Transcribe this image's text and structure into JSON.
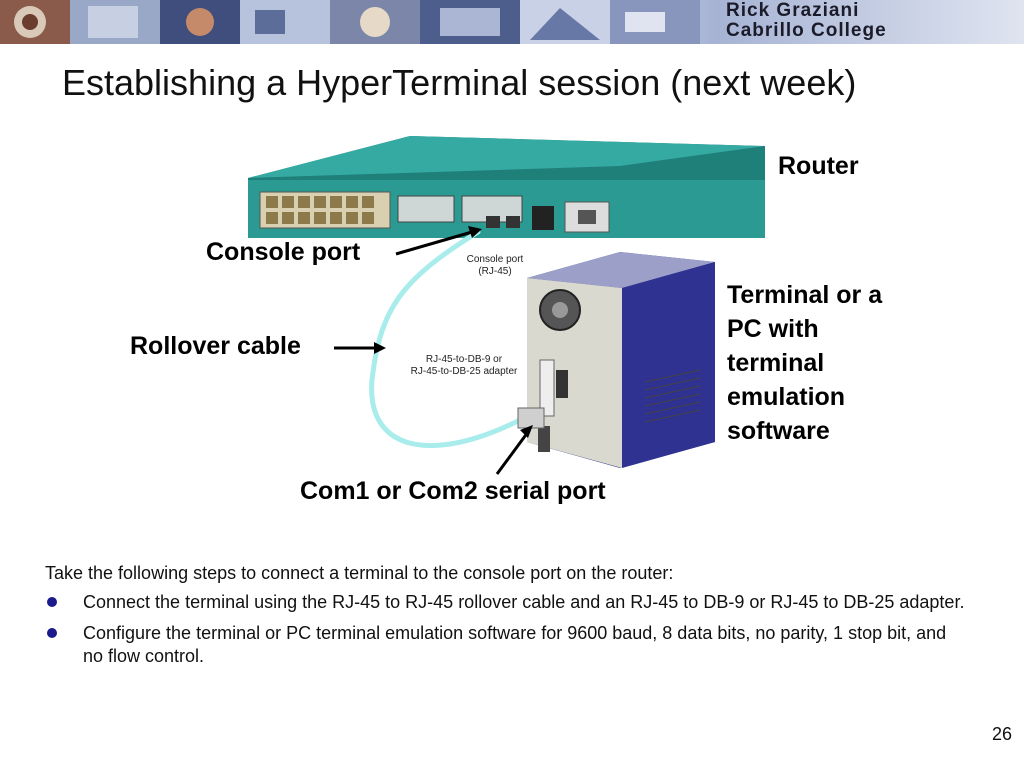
{
  "banner": {
    "line1": "Rick Graziani",
    "line2": "Cabrillo College"
  },
  "slide": {
    "title": "Establishing a HyperTerminal session (next week)",
    "page_number": "26"
  },
  "diagram": {
    "labels": {
      "router": "Router",
      "console_port": "Console port",
      "rollover_cable": "Rollover cable",
      "terminal_lines": [
        "Terminal or a",
        "PC with",
        "terminal",
        "emulation",
        "software"
      ],
      "com_port": "Com1 or Com2 serial port"
    },
    "small_labels": {
      "console_port_line1": "Console port",
      "console_port_line2": "(RJ-45)",
      "adapter_line1": "RJ-45-to-DB-9 or",
      "adapter_line2": "RJ-45-to-DB-25 adapter"
    },
    "colors": {
      "router_body": "#2a9a93",
      "cable": "#a8ecec",
      "pc_side": "#2c2f86",
      "pc_back": "#d9d9cf"
    }
  },
  "body": {
    "intro": "Take the following steps to connect a terminal to the console port on the router:",
    "bullets": [
      "Connect the terminal using the RJ-45 to RJ-45 rollover cable and an RJ-45 to DB-9 or RJ-45 to DB-25 adapter.",
      "Configure the terminal or PC terminal emulation software for 9600 baud, 8 data bits, no parity, 1 stop bit, and no flow control."
    ]
  }
}
